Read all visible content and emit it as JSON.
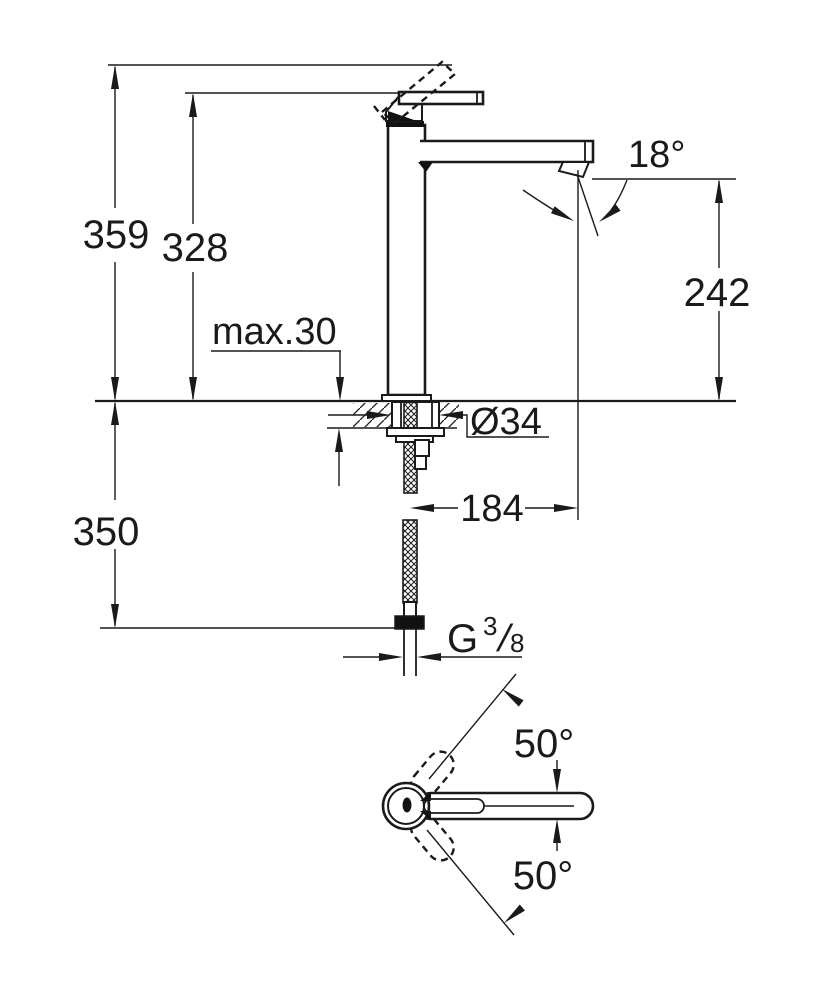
{
  "colors": {
    "ink": "#1a1a1a",
    "background": "#ffffff"
  },
  "front_view": {
    "overall_height": "359",
    "lever_height": "328",
    "max_counter_thickness": "max.30",
    "outlet_height": "242",
    "outlet_angle": "18°",
    "hole_diameter": "Ø34",
    "below_counter_length": "350",
    "projection": "184",
    "thread": {
      "letter": "G",
      "numerator": "3",
      "slash": "/",
      "denominator": "8"
    }
  },
  "top_view": {
    "swivel_angle_upper": "50°",
    "swivel_angle_lower": "50°"
  }
}
